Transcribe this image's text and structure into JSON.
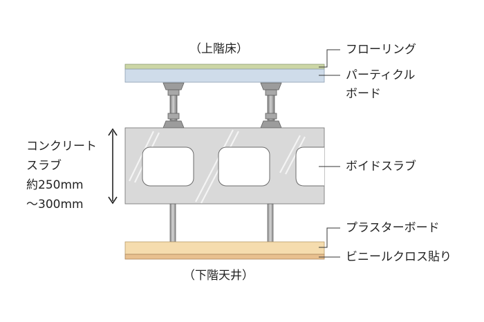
{
  "labels": {
    "upper_floor": "（上階床）",
    "lower_ceiling": "（下階天井）",
    "flooring": "フローリング",
    "particle_board_line1": "パーティクル",
    "particle_board_line2": "ボード",
    "void_slab": "ボイドスラブ",
    "plaster_board": "プラスターボード",
    "vinyl_cloth": "ビニールクロス貼り",
    "slab_line1": "コンクリート",
    "slab_line2": "スラブ",
    "slab_line3": "約250mm",
    "slab_line4": "～300mm"
  },
  "colors": {
    "flooring": "#ccd6a6",
    "particle_board": "#cfdcea",
    "slab": "#d9d9d9",
    "plaster_board": "#f5dcae",
    "vinyl_cloth": "#e8c08f",
    "support": "#9a9a9a",
    "line": "#333333"
  }
}
